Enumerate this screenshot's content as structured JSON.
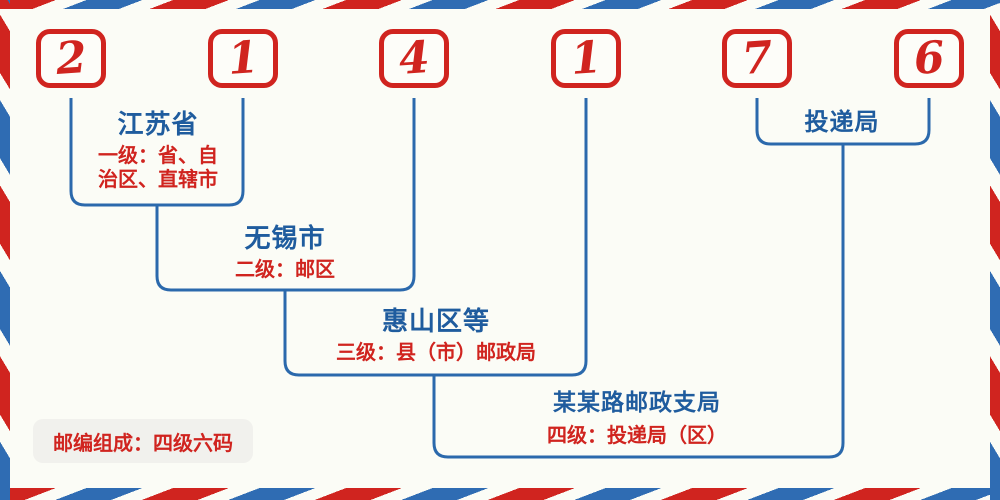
{
  "postal_code": {
    "digits": [
      "2",
      "1",
      "4",
      "1",
      "7",
      "6"
    ]
  },
  "levels": [
    {
      "id": "province",
      "name": "江苏省",
      "desc": "一级：省、自\n治区、直辖市"
    },
    {
      "id": "city",
      "name": "无锡市",
      "desc": "二级：邮区"
    },
    {
      "id": "district",
      "name": "惠山区等",
      "desc": "三级：县（市）邮政局"
    },
    {
      "id": "branch",
      "name": "某某路邮政支局",
      "desc": "四级：投递局（区）"
    },
    {
      "id": "delivery",
      "name": "投递局"
    }
  ],
  "footer": {
    "label": "邮编组成：四级六码"
  },
  "colors": {
    "accent_red": "#d0241f",
    "heading_blue": "#1f5c9e",
    "line_blue": "#2b69ac",
    "stripe_blue": "#2f6cb3",
    "page_background": "#fbfcf6",
    "badge_background": "#f1f1ed"
  }
}
